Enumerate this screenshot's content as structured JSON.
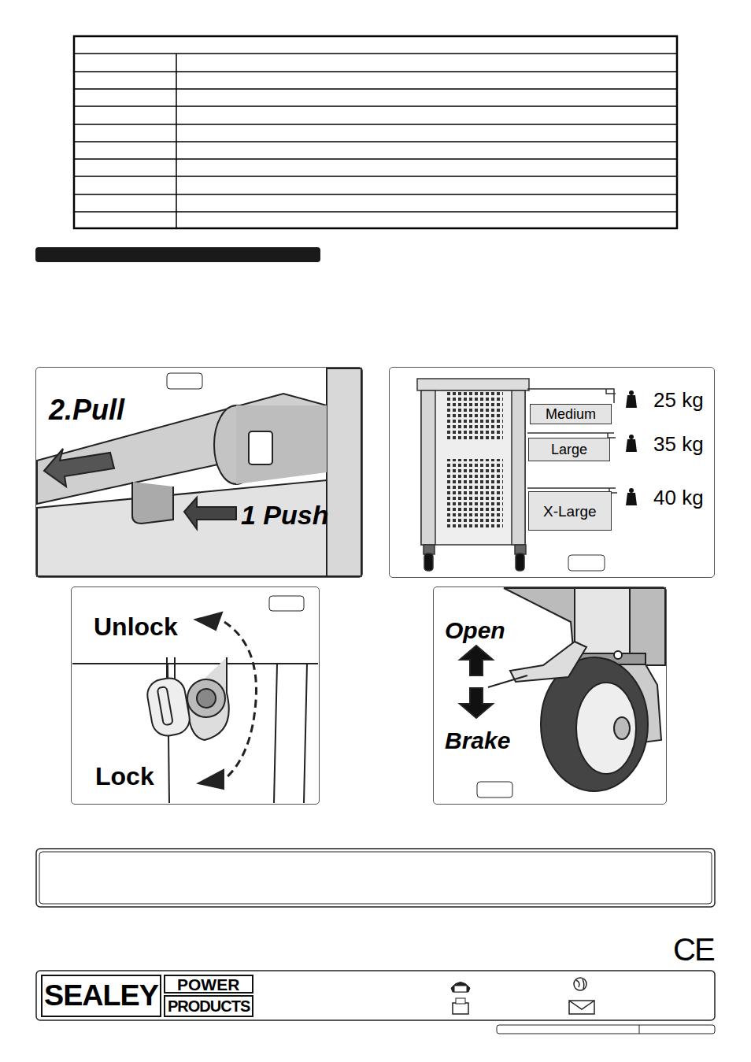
{
  "diagram": {
    "nodes": [
      {
        "text": [
          "2.Pull",
          "1 Push"
        ]
      },
      {
        "text": [
          "25 kg",
          "35 kg",
          "40 kg"
        ]
      },
      {
        "text": [
          "Medium"
        ],
        "in": 1
      },
      {
        "text": [
          "Large"
        ],
        "in": 1
      },
      {
        "text": [
          "X-Large"
        ],
        "in": 1
      },
      {
        "text": [
          "Unlock",
          "Lock"
        ]
      },
      {
        "text": [
          "Open",
          "Brake"
        ]
      },
      {
        "text": [
          "SEALEY"
        ]
      },
      {
        "text": [
          "POWER"
        ]
      },
      {
        "text": [
          "PRODUCTS"
        ]
      }
    ],
    "labels": [
      "CE"
    ]
  }
}
